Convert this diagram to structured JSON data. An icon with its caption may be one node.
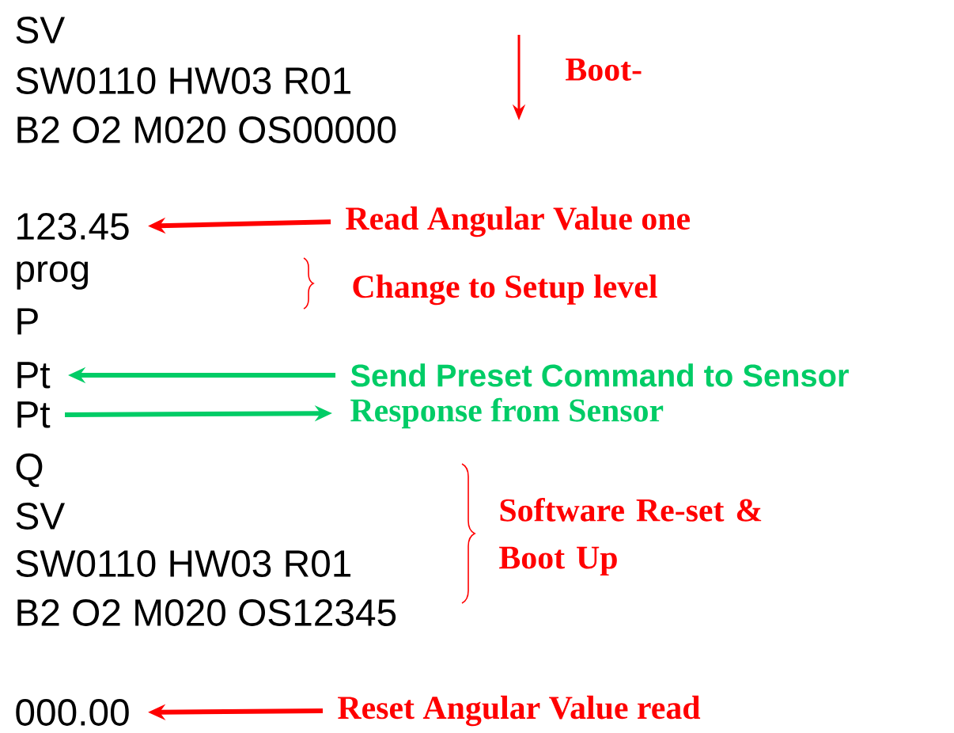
{
  "diagram": {
    "nodes": [
      {
        "text": [
          "123.45"
        ]
      },
      {
        "text": [
          "Read Angular Value one"
        ]
      },
      {
        "text": [
          "Pt"
        ]
      },
      {
        "text": [
          "Send Preset Command to Sensor"
        ]
      },
      {
        "text": [
          "Pt"
        ]
      },
      {
        "text": [
          "Response from Sensor"
        ]
      },
      {
        "text": [
          "000.00"
        ]
      },
      {
        "text": [
          "Reset Angular Value read"
        ]
      }
    ],
    "edges": [
      {
        "from": 1,
        "to": 0,
        "arrow": "to",
        "color": "#ff0000"
      },
      {
        "from": 3,
        "to": 2,
        "arrow": "to",
        "color": "#00cc66"
      },
      {
        "from": 4,
        "to": 5,
        "arrow": "to",
        "color": "#00cc66"
      },
      {
        "from": 7,
        "to": 6,
        "arrow": "to",
        "color": "#ff0000"
      }
    ],
    "labels": [
      "SV",
      "SW0110 HW03 R01",
      "B2 O2 M020 OS00000",
      "Boot-",
      "prog",
      "Change to Setup level",
      "P",
      "Q",
      "SV",
      "SW0110 HW03 R01",
      "B2 O2 M020 OS12345",
      "Software Re-set & Boot Up"
    ]
  }
}
